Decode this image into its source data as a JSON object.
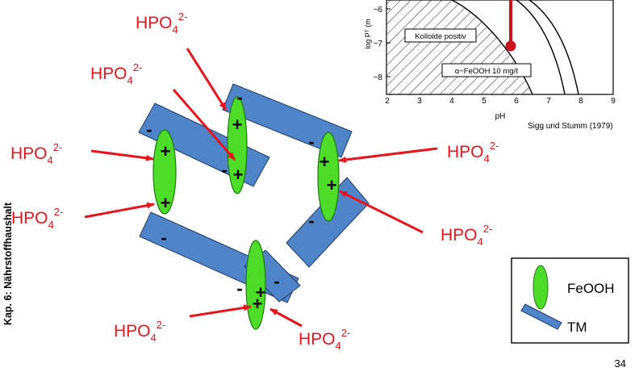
{
  "side_label": "Kap. 6: Nährstoffhaushalt",
  "page_number": "34",
  "phosphate": {
    "base": "HPO",
    "sub": "4",
    "sup": "2-"
  },
  "charges": {
    "plus": "+",
    "minus": "-"
  },
  "legend": {
    "feooh": "FeOOH",
    "tm": "TM"
  },
  "inset": {
    "ylabel": "log Pᵀ (m",
    "xlabel": "pH",
    "x_ticks": [
      "2",
      "3",
      "4",
      "5",
      "6",
      "7",
      "8",
      "9"
    ],
    "y_ticks": [
      "−6",
      "−7",
      "−8"
    ],
    "box_colloids": "Kolloide positiv",
    "box_feooh": "α−FeOOH 10 mg/ℓ",
    "citation": "Sigg und Stumm (1979)"
  },
  "colors": {
    "red": "#e8141c",
    "green": "#4ddc28",
    "blue": "#4f84c9",
    "dark_red": "#cc1020"
  }
}
